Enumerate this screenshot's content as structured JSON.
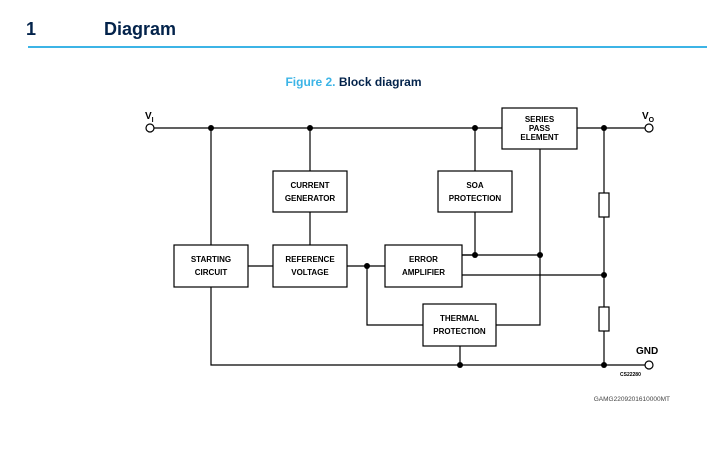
{
  "section": {
    "number": "1",
    "title": "Diagram"
  },
  "figure": {
    "number": "Figure 2.",
    "title": "Block diagram"
  },
  "blocks": {
    "series_pass": [
      "SERIES",
      "PASS",
      "ELEMENT"
    ],
    "current_generator": [
      "CURRENT",
      "GENERATOR"
    ],
    "soa_protection": [
      "SOA",
      "PROTECTION"
    ],
    "starting_circuit": [
      "STARTING",
      "CIRCUIT"
    ],
    "reference_voltage": [
      "REFERENCE",
      "VOLTAGE"
    ],
    "error_amplifier": [
      "ERROR",
      "AMPLIFIER"
    ],
    "thermal_protection": [
      "THERMAL",
      "PROTECTION"
    ]
  },
  "pins": {
    "vi": "V",
    "vi_sub": "I",
    "vo": "V",
    "vo_sub": "O",
    "gnd": "GND"
  },
  "codes": {
    "small": "CS22280",
    "figure_id": "GAMG2209201610000MT"
  },
  "colors": {
    "heading": "#03234b",
    "accent": "#3cb4e6"
  }
}
